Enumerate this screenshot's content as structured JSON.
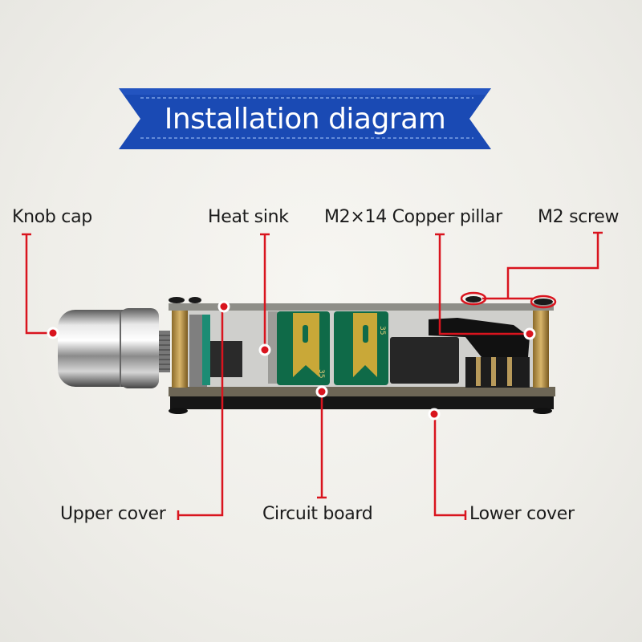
{
  "title": "Installation diagram",
  "labels": {
    "knob_cap": "Knob cap",
    "heat_sink": "Heat sink",
    "copper_pillar": "M2×14 Copper pillar",
    "m2_screw": "M2 screw",
    "upper_cover": "Upper cover",
    "circuit_board": "Circuit board",
    "lower_cover": "Lower cover"
  },
  "capacitor_marking": "35",
  "colors": {
    "banner": "#1a4ab4",
    "callout": "#d9141e",
    "capacitor": "#0f6a48",
    "capacitor_band": "#c9a838"
  }
}
